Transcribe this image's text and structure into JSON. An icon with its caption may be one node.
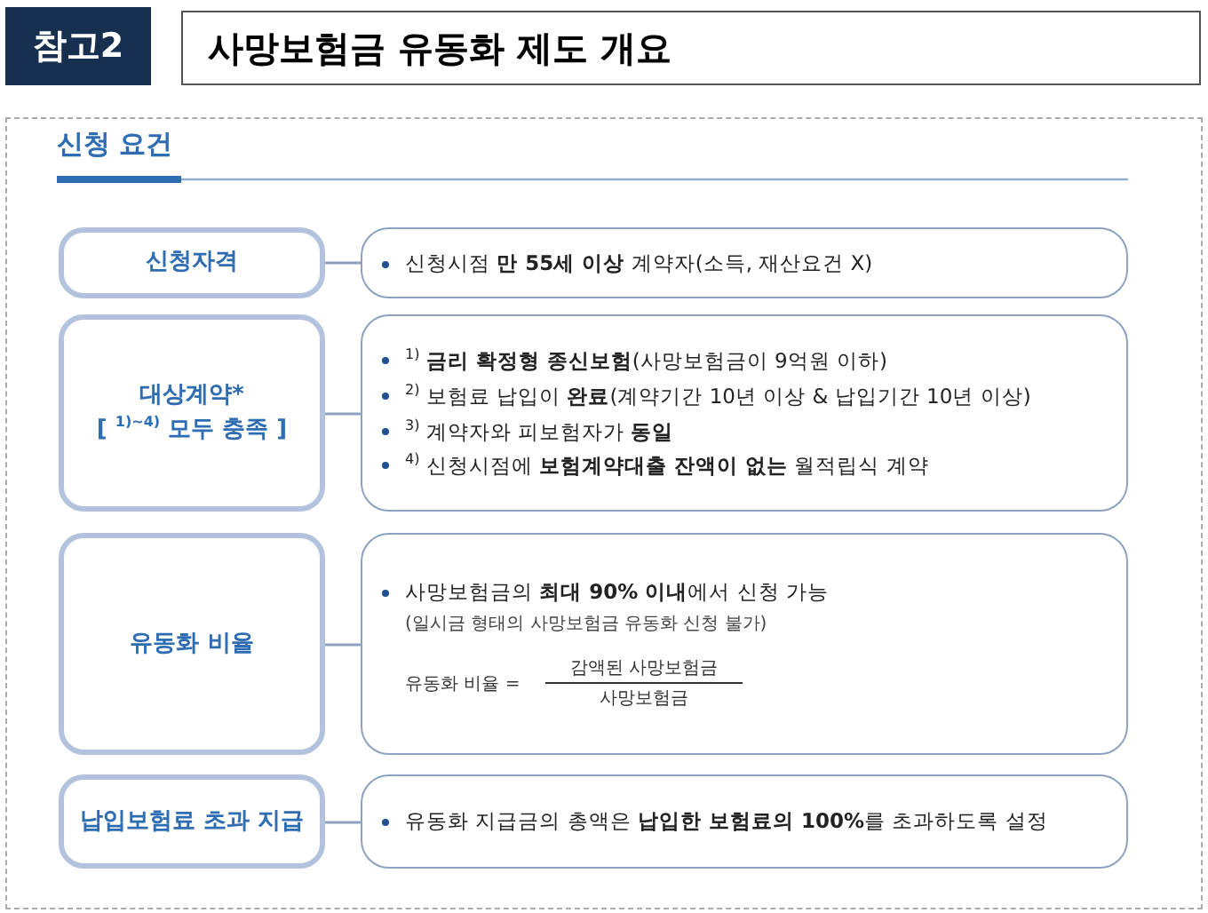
{
  "diagram": {
    "title": "사망보험금 유동화 제도 개요",
    "nodes": [
      {
        "text": [
          "신청자격"
        ]
      },
      {
        "text": [
          "신청시점 **만 55세 이상** 계약자(소득, 재산요건 X)"
        ]
      },
      {
        "text": [
          "대상계약*",
          "[ $^{1)~4)}$ 모두 충족 ]"
        ]
      },
      {
        "text": [
          "$^{1)}$ **금리 확정형 종신보험**(사망보험금이 9억원 이하)",
          "$^{2)}$ 보험료 납입이 **완료**(계약기간 10년 이상 & 납입기간 10년 이상)",
          "$^{3)}$ 계약자와 피보험자가 **동일**",
          "$^{4)}$ 신청시점에 **보험계약대출 잔액이 없는** 월적립식 계약"
        ]
      },
      {
        "text": [
          "유동화 비율"
        ]
      },
      {
        "text": [
          "사망보험금의 **최대 90% 이내**에서 신청 가능",
          "(일시금 형태의 사망보험금 유동화 신청 불가)",
          "유동화 비율 =",
          "감액된 사망보험금",
          "사망보험금"
        ]
      },
      {
        "text": [
          "납입보험료 초과 지급"
        ]
      },
      {
        "text": [
          "유동화 지급금의 총액은 **납입한 보험료의 100%**를 초과하도록 설정"
        ]
      }
    ],
    "edges": [
      {
        "from": 0,
        "to": 1,
        "arrow": "none"
      },
      {
        "from": 2,
        "to": 3,
        "arrow": "none"
      },
      {
        "from": 4,
        "to": 5,
        "arrow": "none"
      },
      {
        "from": 6,
        "to": 7,
        "arrow": "none"
      }
    ],
    "labels": [
      "참고2",
      "신청 요건"
    ]
  }
}
